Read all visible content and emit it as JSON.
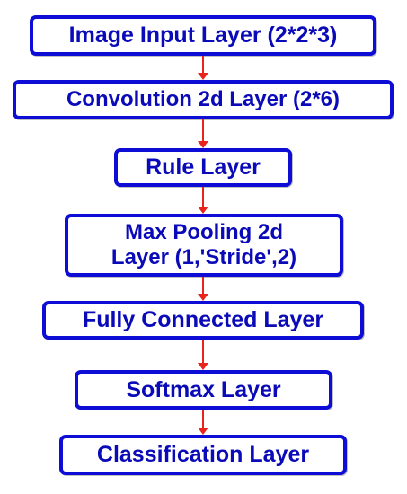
{
  "diagram": {
    "type": "flowchart",
    "direction": "top-to-bottom",
    "colors": {
      "box_border": "#0d0dd6",
      "box_text": "#0a0ab8",
      "arrow": "#e8241c",
      "background": "#ffffff"
    },
    "layers": [
      {
        "lines": [
          "Image Input Layer (2*2*3)"
        ]
      },
      {
        "lines": [
          "Convolution 2d Layer (2*6)"
        ]
      },
      {
        "lines": [
          "Rule Layer"
        ]
      },
      {
        "lines": [
          "Max Pooling 2d",
          "Layer (1,'Stride',2)"
        ]
      },
      {
        "lines": [
          "Fully Connected Layer"
        ]
      },
      {
        "lines": [
          "Softmax Layer"
        ]
      },
      {
        "lines": [
          "Classification Layer"
        ]
      }
    ]
  }
}
